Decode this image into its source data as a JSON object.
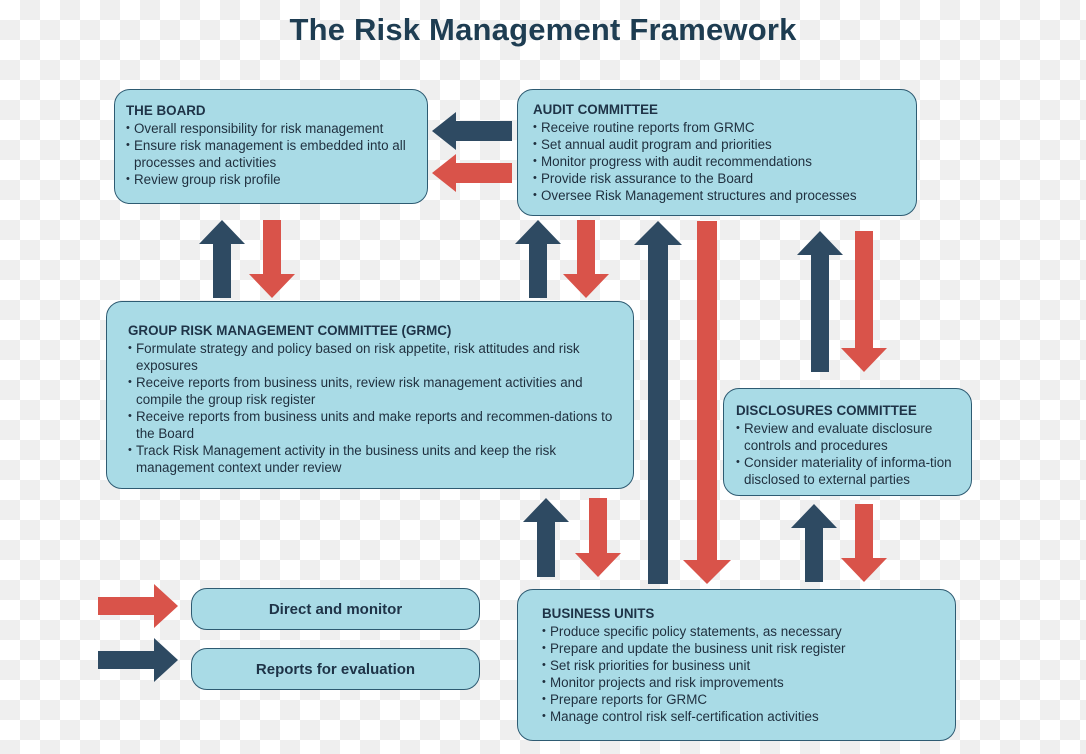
{
  "title": "The Risk Management Framework",
  "colors": {
    "direct": "#d9534a",
    "report": "#2e4a62",
    "box_fill": "#a9dbe6",
    "box_border": "#2e5b72"
  },
  "board": {
    "heading": "THE BOARD",
    "items": [
      "Overall responsibility for risk management",
      "Ensure risk management is embedded into all processes and activities",
      "Review group risk profile"
    ]
  },
  "audit": {
    "heading": "AUDIT COMMITTEE",
    "items": [
      "Receive routine reports from GRMC",
      "Set annual audit program and priorities",
      "Monitor progress with audit recommendations",
      "Provide risk assurance to the Board",
      "Oversee Risk Management structures and processes"
    ]
  },
  "grmc": {
    "heading": "GROUP RISK MANAGEMENT COMMITTEE (GRMC)",
    "items": [
      "Formulate strategy and policy based on risk appetite, risk attitudes and risk exposures",
      "Receive reports from business units, review risk management activities and compile the group risk register",
      "Receive reports from business units and make reports and recommen-dations to the Board",
      "Track Risk Management activity in the business units and keep the risk management context under review"
    ]
  },
  "disclosures": {
    "heading": "DISCLOSURES COMMITTEE",
    "items": [
      "Review and evaluate disclosure controls and procedures",
      "Consider materiality of informa-tion disclosed to external parties"
    ]
  },
  "business": {
    "heading": "BUSINESS UNITS",
    "items": [
      "Produce specific policy statements, as necessary",
      "Prepare and update the business unit risk register",
      "Set risk priorities for business unit",
      "Monitor projects and risk improvements",
      "Prepare reports for GRMC",
      "Manage control risk self-certification activities"
    ]
  },
  "legend": {
    "direct": "Direct and monitor",
    "reports": "Reports for evaluation"
  }
}
